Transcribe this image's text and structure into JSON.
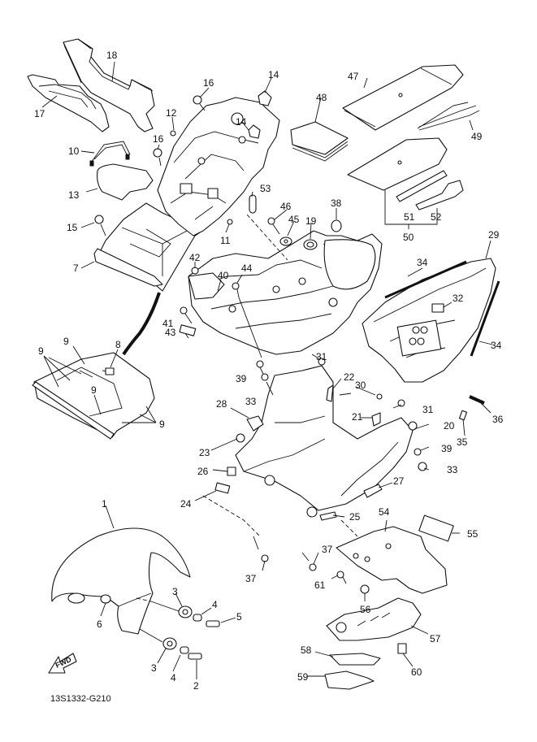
{
  "diagram": {
    "type": "exploded-parts-diagram",
    "drawing_code": "13S1332-G210",
    "fwd_label": "FWD",
    "callouts": [
      {
        "id": "c1",
        "label": "1",
        "part": "front-fender"
      },
      {
        "id": "c2",
        "label": "2",
        "part": "bolt"
      },
      {
        "id": "c3a",
        "label": "3",
        "part": "grommet"
      },
      {
        "id": "c3b",
        "label": "3",
        "part": "grommet"
      },
      {
        "id": "c4a",
        "label": "4",
        "part": "collar"
      },
      {
        "id": "c4b",
        "label": "4",
        "part": "collar"
      },
      {
        "id": "c5",
        "label": "5",
        "part": "bolt"
      },
      {
        "id": "c6",
        "label": "6",
        "part": "nut"
      },
      {
        "id": "c7",
        "label": "7",
        "part": "tray"
      },
      {
        "id": "c8",
        "label": "8",
        "part": "clip"
      },
      {
        "id": "c9a",
        "label": "9",
        "part": "damper"
      },
      {
        "id": "c9b",
        "label": "9",
        "part": "damper"
      },
      {
        "id": "c9c",
        "label": "9",
        "part": "damper"
      },
      {
        "id": "c9d",
        "label": "9",
        "part": "damper"
      },
      {
        "id": "c10",
        "label": "10",
        "part": "band"
      },
      {
        "id": "c11",
        "label": "11",
        "part": "nut"
      },
      {
        "id": "c12",
        "label": "12",
        "part": "rivet"
      },
      {
        "id": "c13",
        "label": "13",
        "part": "cover"
      },
      {
        "id": "c14a",
        "label": "14",
        "part": "clip"
      },
      {
        "id": "c14b",
        "label": "14",
        "part": "clip"
      },
      {
        "id": "c15",
        "label": "15",
        "part": "bolt"
      },
      {
        "id": "c16a",
        "label": "16",
        "part": "bolt"
      },
      {
        "id": "c16b",
        "label": "16",
        "part": "bolt"
      },
      {
        "id": "c17",
        "label": "17",
        "part": "damper-plate"
      },
      {
        "id": "c18",
        "label": "18",
        "part": "damper-block"
      },
      {
        "id": "c19",
        "label": "19",
        "part": "grommet"
      },
      {
        "id": "c20",
        "label": "20",
        "part": "bracket"
      },
      {
        "id": "c21",
        "label": "21",
        "part": "clip"
      },
      {
        "id": "c22",
        "label": "22",
        "part": "clip"
      },
      {
        "id": "c23",
        "label": "23",
        "part": "nut"
      },
      {
        "id": "c24",
        "label": "24",
        "part": "damper"
      },
      {
        "id": "c25",
        "label": "25",
        "part": "holder"
      },
      {
        "id": "c26",
        "label": "26",
        "part": "clip"
      },
      {
        "id": "c27",
        "label": "27",
        "part": "plate"
      },
      {
        "id": "c28",
        "label": "28",
        "part": "clip"
      },
      {
        "id": "c29",
        "label": "29",
        "part": "rear-fender"
      },
      {
        "id": "c30",
        "label": "30",
        "part": "bolt"
      },
      {
        "id": "c31a",
        "label": "31",
        "part": "rivet"
      },
      {
        "id": "c31b",
        "label": "31",
        "part": "rivet"
      },
      {
        "id": "c32",
        "label": "32",
        "part": "damper"
      },
      {
        "id": "c33a",
        "label": "33",
        "part": "nut"
      },
      {
        "id": "c33b",
        "label": "33",
        "part": "nut"
      },
      {
        "id": "c34a",
        "label": "34",
        "part": "seal"
      },
      {
        "id": "c34b",
        "label": "34",
        "part": "seal"
      },
      {
        "id": "c35",
        "label": "35",
        "part": "damper"
      },
      {
        "id": "c36",
        "label": "36",
        "part": "damper"
      },
      {
        "id": "c37a",
        "label": "37",
        "part": "rivet"
      },
      {
        "id": "c37b",
        "label": "37",
        "part": "rivet"
      },
      {
        "id": "c38",
        "label": "38",
        "part": "band"
      },
      {
        "id": "c39a",
        "label": "39",
        "part": "screw"
      },
      {
        "id": "c39b",
        "label": "39",
        "part": "screw"
      },
      {
        "id": "c40",
        "label": "40",
        "part": "plate"
      },
      {
        "id": "c41",
        "label": "41",
        "part": "nut"
      },
      {
        "id": "c42",
        "label": "42",
        "part": "rivet"
      },
      {
        "id": "c43",
        "label": "43",
        "part": "damper"
      },
      {
        "id": "c44",
        "label": "44",
        "part": "screw"
      },
      {
        "id": "c45",
        "label": "45",
        "part": "washer"
      },
      {
        "id": "c46",
        "label": "46",
        "part": "bolt"
      },
      {
        "id": "c47",
        "label": "47",
        "part": "cover"
      },
      {
        "id": "c48",
        "label": "48",
        "part": "manual"
      },
      {
        "id": "c49",
        "label": "49",
        "part": "cord"
      },
      {
        "id": "c50",
        "label": "50",
        "part": "tool-kit"
      },
      {
        "id": "c51",
        "label": "51",
        "part": "wrench"
      },
      {
        "id": "c52",
        "label": "52",
        "part": "wrench"
      },
      {
        "id": "c53",
        "label": "53",
        "part": "holder"
      },
      {
        "id": "c54",
        "label": "54",
        "part": "license-bracket"
      },
      {
        "id": "c55",
        "label": "55",
        "part": "reflector"
      },
      {
        "id": "c56",
        "label": "56",
        "part": "nut"
      },
      {
        "id": "c57",
        "label": "57",
        "part": "bracket"
      },
      {
        "id": "c58",
        "label": "58",
        "part": "stay"
      },
      {
        "id": "c59",
        "label": "59",
        "part": "stay"
      },
      {
        "id": "c60",
        "label": "60",
        "part": "clamp"
      },
      {
        "id": "c61",
        "label": "61",
        "part": "screw"
      }
    ]
  }
}
